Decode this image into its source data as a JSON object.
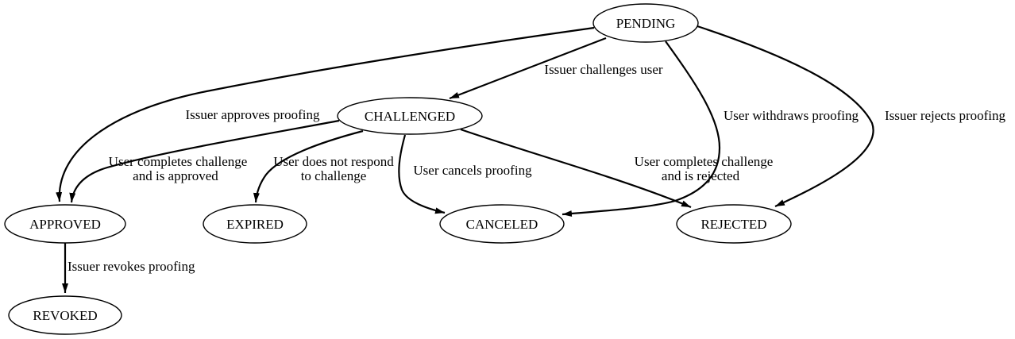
{
  "diagram": {
    "kind": "state-machine",
    "background_color": "#ffffff",
    "line_color": "#000000",
    "text_color": "#000000",
    "nodes": [
      {
        "id": "pending",
        "label": "PENDING"
      },
      {
        "id": "challenged",
        "label": "CHALLENGED"
      },
      {
        "id": "approved",
        "label": "APPROVED"
      },
      {
        "id": "expired",
        "label": "EXPIRED"
      },
      {
        "id": "canceled",
        "label": "CANCELED"
      },
      {
        "id": "rejected",
        "label": "REJECTED"
      },
      {
        "id": "revoked",
        "label": "REVOKED"
      }
    ],
    "edges": [
      {
        "from": "PENDING",
        "to": "CHALLENGED",
        "label": [
          "Issuer challenges user"
        ]
      },
      {
        "from": "PENDING",
        "to": "APPROVED",
        "label": [
          "Issuer approves proofing"
        ]
      },
      {
        "from": "PENDING",
        "to": "CANCELED",
        "label": [
          "User withdraws proofing"
        ]
      },
      {
        "from": "PENDING",
        "to": "REJECTED",
        "label": [
          "Issuer rejects proofing"
        ]
      },
      {
        "from": "CHALLENGED",
        "to": "APPROVED",
        "label": [
          "User completes challenge",
          "and is approved"
        ]
      },
      {
        "from": "CHALLENGED",
        "to": "EXPIRED",
        "label": [
          "User does not respond",
          "to challenge"
        ]
      },
      {
        "from": "CHALLENGED",
        "to": "CANCELED",
        "label": [
          "User cancels proofing"
        ]
      },
      {
        "from": "CHALLENGED",
        "to": "REJECTED",
        "label": [
          "User completes challenge",
          "and is rejected"
        ]
      },
      {
        "from": "APPROVED",
        "to": "REVOKED",
        "label": [
          "Issuer revokes proofing"
        ]
      }
    ]
  }
}
